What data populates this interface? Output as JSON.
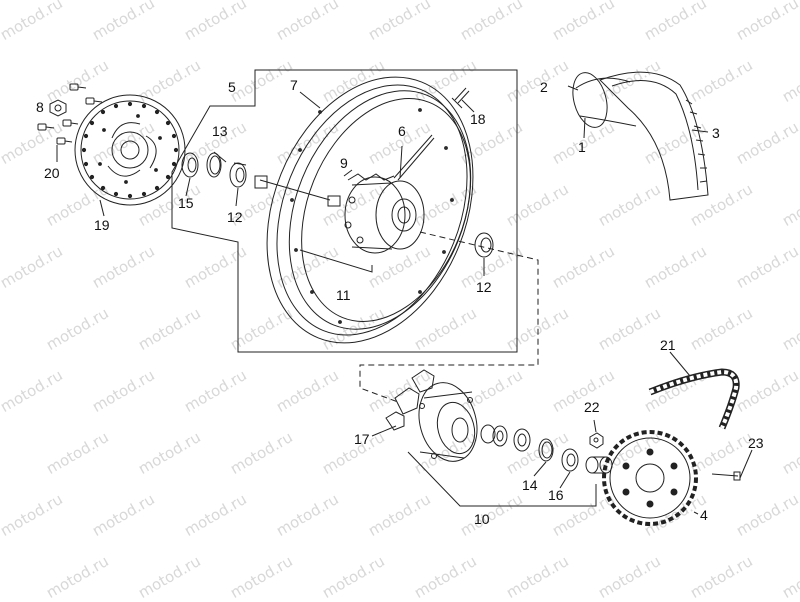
{
  "watermark": "motod.ru",
  "parts": {
    "p1": "1",
    "p2": "2",
    "p3": "3",
    "p4": "4",
    "p5": "5",
    "p6": "6",
    "p7": "7",
    "p8": "8",
    "p9": "9",
    "p10": "10",
    "p11": "11",
    "p12a": "12",
    "p12b": "12",
    "p13": "13",
    "p14": "14",
    "p15": "15",
    "p16": "16",
    "p17": "17",
    "p18": "18",
    "p19": "19",
    "p20": "20",
    "p21": "21",
    "p22": "22",
    "p23": "23"
  }
}
